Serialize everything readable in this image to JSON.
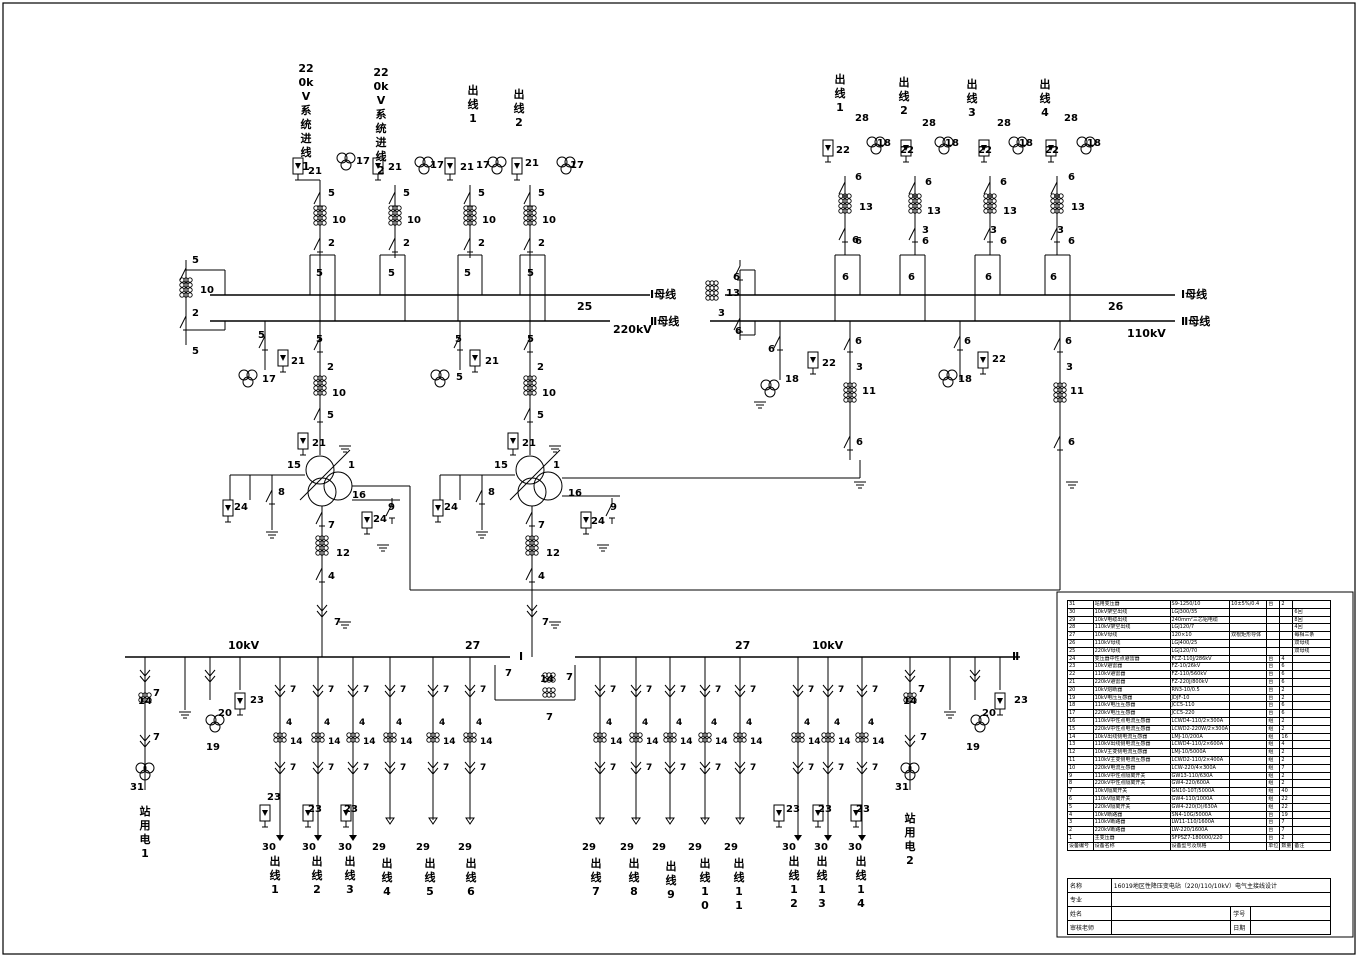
{
  "diagram": {
    "bus_labels": {
      "kv220_bus1": "Ⅰ母线",
      "kv220_bus2": "Ⅱ母线",
      "kv220_voltage": "220kV",
      "kv220_number": "25",
      "kv110_bus1": "Ⅰ母线",
      "kv110_bus2": "Ⅱ母线",
      "kv110_voltage": "110kV",
      "kv110_number": "26",
      "kv10_left_voltage": "10kV",
      "kv10_right_voltage": "10kV",
      "kv10_left_number": "27",
      "kv10_right_number": "27",
      "kv10_sec1": "Ⅰ",
      "kv10_sec2": "Ⅱ"
    },
    "kv220_lines": [
      "220kV系统进线1",
      "220kV系统进线2",
      "出线1",
      "出线2"
    ],
    "kv110_lines": [
      "出线1",
      "出线2",
      "出线3",
      "出线4"
    ],
    "kv10_lines": [
      "出线1",
      "出线2",
      "出线3",
      "出线4",
      "出线5",
      "出线6",
      "出线7",
      "出线8",
      "出线9",
      "出线10",
      "出线11",
      "出线12",
      "出线13",
      "出线14"
    ],
    "station_power": [
      "站用电1",
      "站用电2"
    ]
  },
  "parts_table": [
    [
      "31",
      "站用变压器",
      "S9-1250/10",
      "10±5%/0.4",
      "台",
      "2",
      ""
    ],
    [
      "30",
      "10kV架空出线",
      "LGJ300/35",
      "",
      "",
      "",
      "6回"
    ],
    [
      "29",
      "10kV电缆出线",
      "240mm²三芯铝电缆",
      "",
      "",
      "",
      "8回"
    ],
    [
      "28",
      "110kV架空出线",
      "LGJ120/7",
      "",
      "",
      "",
      "4回"
    ],
    [
      "27",
      "10kV母线",
      "120×10",
      "双根矩形导体",
      "",
      "",
      "每相三条"
    ],
    [
      "26",
      "110kV母线",
      "LGJ400/25",
      "",
      "",
      "",
      "双母线"
    ],
    [
      "25",
      "220kV母线",
      "LGJ120/70",
      "",
      "",
      "",
      "双母线"
    ],
    [
      "24",
      "变压器中性点避雷器",
      "FCZ-110J/286kV",
      "",
      "台",
      "4",
      ""
    ],
    [
      "23",
      "10kV避雷器",
      "FZ-10/26kV",
      "",
      "台",
      "6",
      ""
    ],
    [
      "22",
      "110kV避雷器",
      "FZ-110/560kV",
      "",
      "台",
      "6",
      ""
    ],
    [
      "21",
      "220kV避雷器",
      "FZ-220J/800kV",
      "",
      "台",
      "6",
      ""
    ],
    [
      "20",
      "10kV熔断器",
      "RN3-10/0.5",
      "",
      "台",
      "2",
      ""
    ],
    [
      "19",
      "10kV电压互感器",
      "JDJF-10",
      "",
      "台",
      "2",
      ""
    ],
    [
      "18",
      "110kV电压互感器",
      "JCC5-110",
      "",
      "台",
      "6",
      ""
    ],
    [
      "17",
      "220kV电压互感器",
      "JCC5-220",
      "",
      "台",
      "6",
      ""
    ],
    [
      "16",
      "110kV中性点电流互感器",
      "LCWD4-110/2×300A",
      "",
      "组",
      "2",
      ""
    ],
    [
      "15",
      "220kV中性点电流互感器",
      "LCWD2-220W/2×300A",
      "",
      "组",
      "2",
      ""
    ],
    [
      "14",
      "10kV出线侧电流互感器",
      "LMJ-10/200A",
      "",
      "组",
      "16",
      ""
    ],
    [
      "13",
      "110kV出线侧电流互感器",
      "LCWD4-110/2×600A",
      "",
      "组",
      "4",
      ""
    ],
    [
      "12",
      "10kV主变侧电流互感器",
      "LMJ-10/5000A",
      "",
      "组",
      "2",
      ""
    ],
    [
      "11",
      "110kV主变侧电流互感器",
      "LCWD2-110/2×400A",
      "",
      "组",
      "2",
      ""
    ],
    [
      "10",
      "220kV电流互感器",
      "LCW-220/4×300A",
      "",
      "组",
      "7",
      ""
    ],
    [
      "9",
      "110kV中性点隔离开关",
      "GW13-110/630A",
      "",
      "组",
      "2",
      ""
    ],
    [
      "8",
      "220kV中性点隔离开关",
      "GW4-220/600A",
      "",
      "组",
      "2",
      ""
    ],
    [
      "7",
      "10kV隔离开关",
      "GN10-10T/5000A",
      "",
      "组",
      "40",
      ""
    ],
    [
      "6",
      "110kV隔离开关",
      "GW4-110/1000A",
      "",
      "组",
      "22",
      ""
    ],
    [
      "5",
      "220kV隔离开关",
      "GW4-220(D)/630A",
      "",
      "组",
      "22",
      ""
    ],
    [
      "4",
      "10kV断路器",
      "SN4-10G/5000A",
      "",
      "台",
      "19",
      ""
    ],
    [
      "3",
      "110kV断路器",
      "LW11-110/1600A",
      "",
      "台",
      "7",
      ""
    ],
    [
      "2",
      "220kV断路器",
      "LW-220/1600A",
      "",
      "台",
      "7",
      ""
    ],
    [
      "1",
      "主变压器",
      "SFPSZ7-180000/220",
      "",
      "台",
      "2",
      ""
    ],
    [
      "设备编号",
      "设备名称",
      "设备型号及规格",
      "",
      "单位",
      "数量",
      "备注"
    ]
  ],
  "title_block": {
    "name_label": "名称",
    "name_value": "16019地区性降压变电站（220/110/10kV）电气主接线设计",
    "major_label": "专业",
    "student_label": "姓名",
    "id_label": "学号",
    "teacher_label": "审核老师",
    "date_label": "日期"
  }
}
